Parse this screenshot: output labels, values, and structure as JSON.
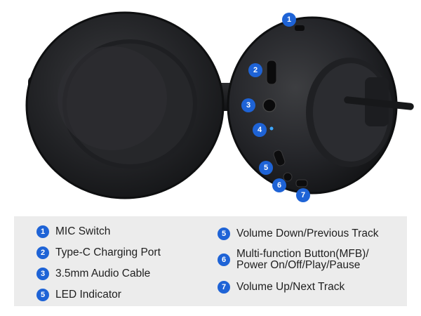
{
  "photo": {
    "subject": "over-ear headphones, bottom view",
    "markers": [
      "1",
      "2",
      "3",
      "4",
      "5",
      "6",
      "7"
    ]
  },
  "legend": {
    "left": [
      {
        "num": "1",
        "label": "MIC Switch"
      },
      {
        "num": "2",
        "label": "Type-C Charging Port"
      },
      {
        "num": "3",
        "label": "3.5mm Audio Cable"
      },
      {
        "num": "5",
        "label": "LED Indicator"
      }
    ],
    "right": [
      {
        "num": "5",
        "label": "Volume Down/Previous Track"
      },
      {
        "num": "6",
        "label_line1": "Multi-function Button(MFB)/",
        "label_line2": "Power On/Off/Play/Pause"
      },
      {
        "num": "7",
        "label": "Volume Up/Next Track"
      }
    ]
  },
  "colors": {
    "accent": "#1e63d6",
    "legend_bg": "#ececec",
    "headphone": "#1b1c1e"
  }
}
